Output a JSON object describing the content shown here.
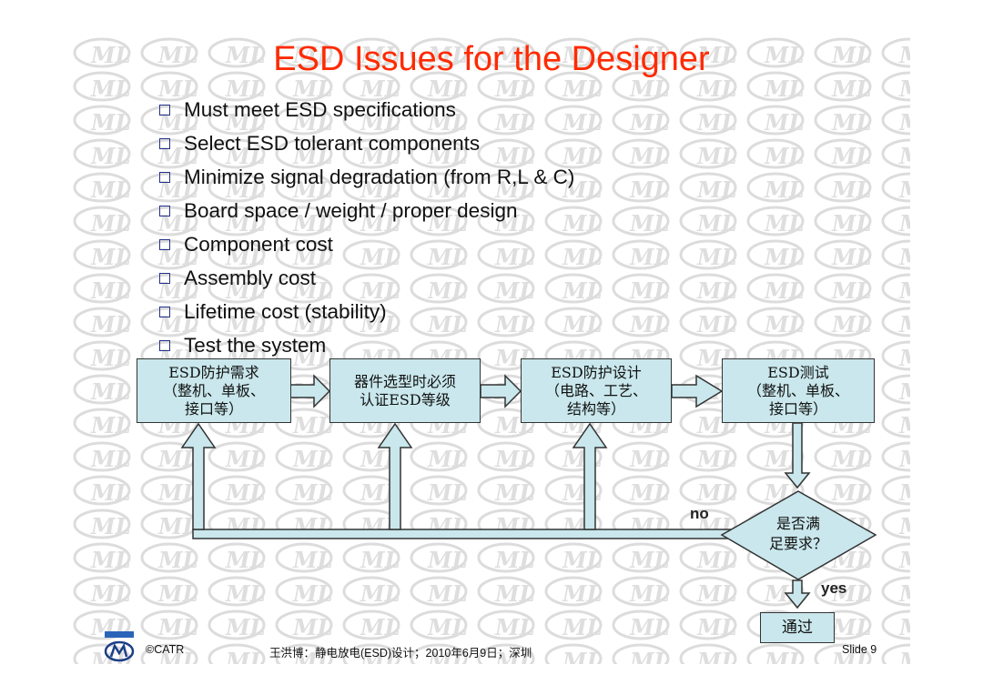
{
  "slide": {
    "title": "ESD Issues for the Designer",
    "bullets": [
      "Must meet ESD specifications",
      "Select ESD tolerant components",
      "Minimize signal degradation (from R,L & C)",
      "Board space / weight / proper design",
      "Component cost",
      "Assembly cost",
      "Lifetime cost  (stability)",
      "Test the system"
    ]
  },
  "flowchart": {
    "boxes": [
      "ESD防护需求\n（整机、单板、\n接口等）",
      "器件选型时必须\n认证ESD等级",
      "ESD防护设计\n（电路、工艺、\n结构等）",
      "ESD测试\n（整机、单板、\n接口等）"
    ],
    "decision": "是否满\n足要求？",
    "no_label": "no",
    "yes_label": "yes",
    "result": "通过"
  },
  "footer": {
    "copyright": "©CATR",
    "center": "王洪博：静电放电(ESD)设计；2010年6月9日；深圳",
    "slide_number": "Slide 9"
  },
  "colors": {
    "title": "#ff2a00",
    "box_fill": "#c9e7ec",
    "bullet_marker": "#22308a",
    "logo_blue": "#2a64b8"
  }
}
